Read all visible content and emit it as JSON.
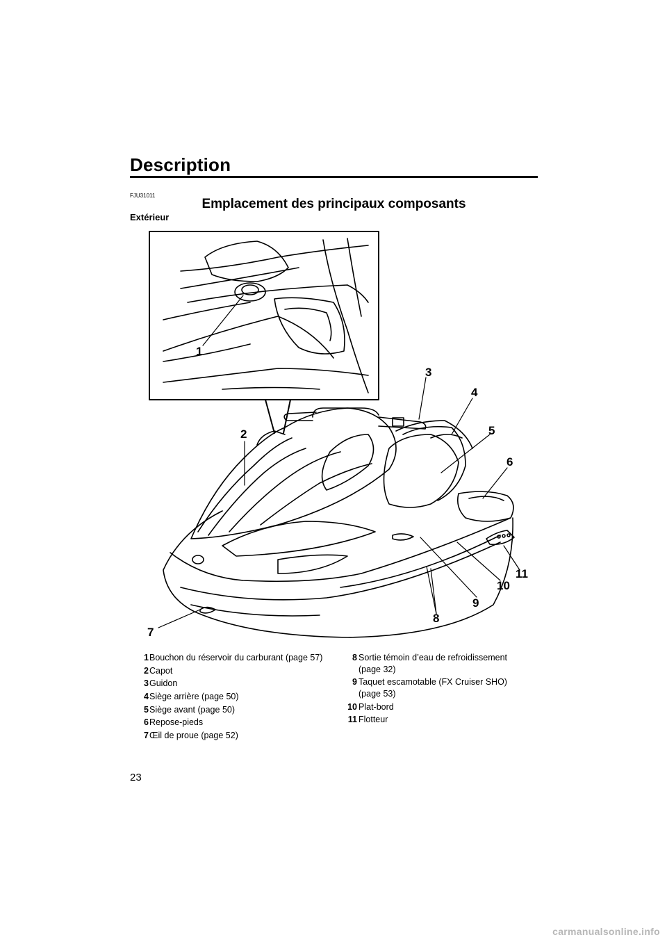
{
  "header": {
    "title": "Description"
  },
  "ref_code": "FJU31011",
  "heading": "Emplacement des principaux composants",
  "subheading": "Extérieur",
  "figure": {
    "callouts": [
      "1",
      "2",
      "3",
      "4",
      "5",
      "6",
      "7",
      "8",
      "9",
      "10",
      "11"
    ]
  },
  "legend": {
    "left": [
      {
        "num": "1",
        "text": "Bouchon du réservoir du carburant (page 57)"
      },
      {
        "num": "2",
        "text": "Capot"
      },
      {
        "num": "3",
        "text": "Guidon"
      },
      {
        "num": "4",
        "text": "Siège arrière (page 50)"
      },
      {
        "num": "5",
        "text": "Siège avant (page 50)"
      },
      {
        "num": "6",
        "text": "Repose-pieds"
      },
      {
        "num": "7",
        "text": "Œil de proue (page 52)"
      }
    ],
    "right": [
      {
        "num": "8",
        "text": "Sortie témoin d’eau de refroidissement (page 32)"
      },
      {
        "num": "9",
        "text": "Taquet escamotable (FX Cruiser SHO) (page 53)"
      },
      {
        "num": "10",
        "text": "Plat-bord"
      },
      {
        "num": "11",
        "text": "Flotteur"
      }
    ]
  },
  "page_number": "23",
  "watermark": "carmanualsonline.info"
}
